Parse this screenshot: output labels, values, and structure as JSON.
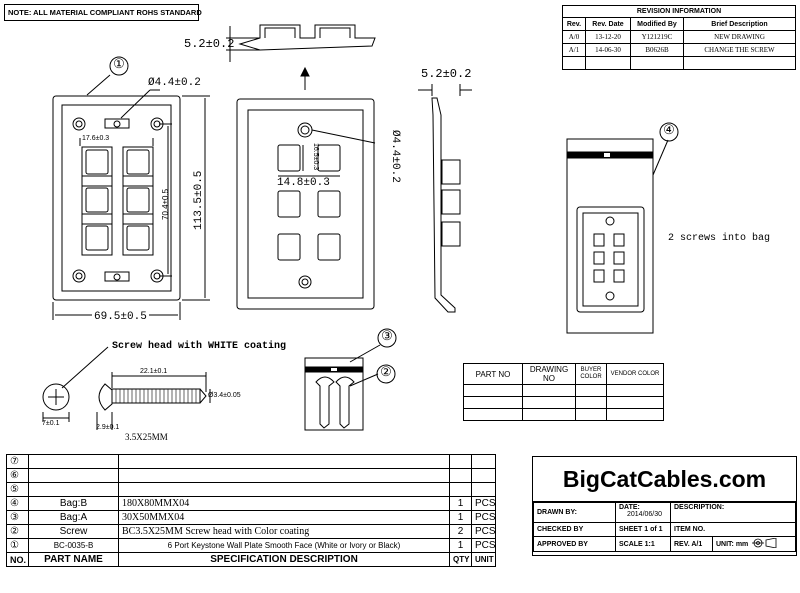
{
  "note": "NOTE: ALL MATERIAL COMPLIANT ROHS STANDARD",
  "revision": {
    "title": "REVISION INFORMATION",
    "headers": [
      "Rev.",
      "Rev. Date",
      "Modified By",
      "Brief Description"
    ],
    "rows": [
      [
        "A/0",
        "13-12-20",
        "Y121219C",
        "NEW DRAWING"
      ],
      [
        "A/1",
        "14-06-30",
        "B0626B",
        "CHANGE THE SCREW"
      ]
    ]
  },
  "dims": {
    "top_thickness": "5.2±0.2",
    "side_thickness": "5.2±0.2",
    "hole_dia_left": "Ø4.4±0.2",
    "hole_dia_right": "Ø4.4±0.2",
    "port_width": "17.6±0.3",
    "port_height": "16.5±0.3",
    "port_pitch": "14.8±0.3",
    "hole_spacing": "70.4±0.5",
    "plate_height": "113.5±0.5",
    "plate_width": "69.5±0.5",
    "screw_length": "22.1±0.1",
    "screw_dia": "Ø3.4±0.05",
    "head_dia": "7±0.1",
    "head_height": "2.9±0.1",
    "screw_size": "3.5X25MM"
  },
  "balloons": [
    "①",
    "②",
    "③",
    "④"
  ],
  "screw_label": "Screw head with WHITE coating",
  "bag_note": "2 screws into bag",
  "partno_table": {
    "headers": [
      "PART NO",
      "DRAWING NO",
      "BUYER COLOR",
      "VENDOR COLOR"
    ]
  },
  "bom": {
    "rows": [
      {
        "no": "⑦",
        "name": "",
        "spec": "",
        "qty": "",
        "unit": ""
      },
      {
        "no": "⑥",
        "name": "",
        "spec": "",
        "qty": "",
        "unit": ""
      },
      {
        "no": "⑤",
        "name": "",
        "spec": "",
        "qty": "",
        "unit": ""
      },
      {
        "no": "④",
        "name": "Bag:B",
        "spec": "180X80MMX04",
        "qty": "1",
        "unit": "PCS"
      },
      {
        "no": "③",
        "name": "Bag:A",
        "spec": "30X50MMX04",
        "qty": "1",
        "unit": "PCS"
      },
      {
        "no": "②",
        "name": "Screw",
        "spec": "BC3.5X25MM Screw head with  Color coating",
        "qty": "2",
        "unit": "PCS"
      },
      {
        "no": "①",
        "name": "BC-0035-B",
        "spec": "6 Port Keystone Wall Plate Smooth Face (White or Ivory or Black)",
        "qty": "1",
        "unit": "PCS"
      }
    ],
    "header": {
      "no": "NO.",
      "name": "PART NAME",
      "spec": "SPECIFICATION DESCRIPTION",
      "qty": "QTY",
      "unit": "UNIT"
    }
  },
  "titleblock": {
    "brand": "BigCatCables.com",
    "drawn_by": "DRAWN BY:",
    "date_label": "DATE:",
    "date_value": "2014/06/30",
    "description": "DESCRIPTION:",
    "checked_by": "CHECKED BY",
    "sheet": "SHEET 1 of 1",
    "item_no": "ITEM NO.",
    "approved_by": "APPROVED BY",
    "scale": "SCALE 1:1",
    "rev": "REV. A/1",
    "unit": "UNIT: mm"
  }
}
